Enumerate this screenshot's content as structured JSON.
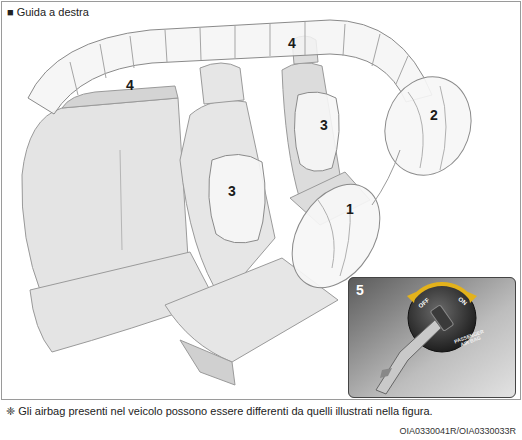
{
  "diagram": {
    "title": "■ Guida a destra",
    "caption": "❈ Gli airbag presenti nel veicolo possono essere differenti da quelli illustrati nella figura.",
    "nodes": [
      {
        "text": [
          "5"
        ]
      }
    ],
    "labels": [
      "1",
      "2",
      "3",
      "3",
      "4",
      "4",
      "OFF",
      "ON",
      "PASSENGER AIR BAG",
      "OIA0330041R/OIA0330033R"
    ]
  }
}
